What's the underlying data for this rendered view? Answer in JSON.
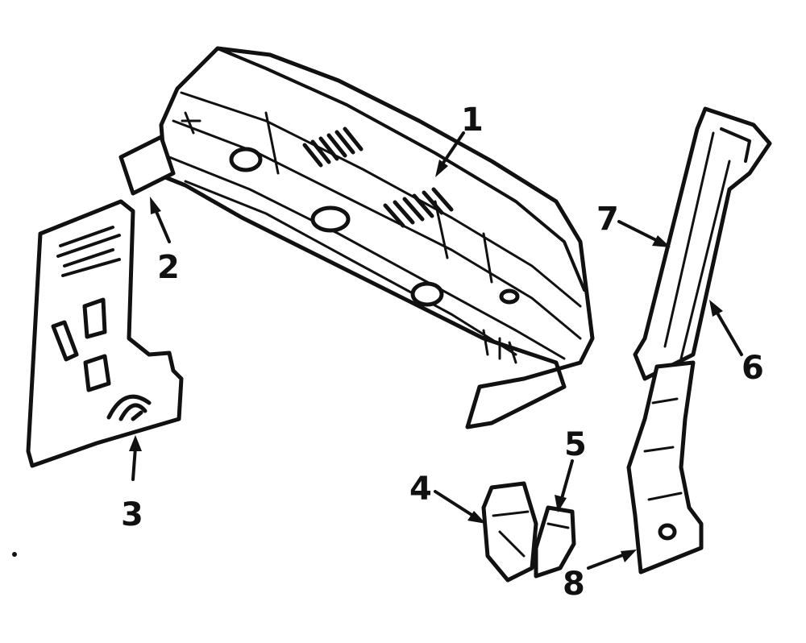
{
  "diagram": {
    "callouts": [
      {
        "id": "1",
        "label": "1"
      },
      {
        "id": "2",
        "label": "2"
      },
      {
        "id": "3",
        "label": "3"
      },
      {
        "id": "4",
        "label": "4"
      },
      {
        "id": "5",
        "label": "5"
      },
      {
        "id": "6",
        "label": "6"
      },
      {
        "id": "7",
        "label": "7"
      },
      {
        "id": "8",
        "label": "8"
      }
    ],
    "colors": {
      "ink": "#111111",
      "paper": "#ffffff"
    }
  }
}
